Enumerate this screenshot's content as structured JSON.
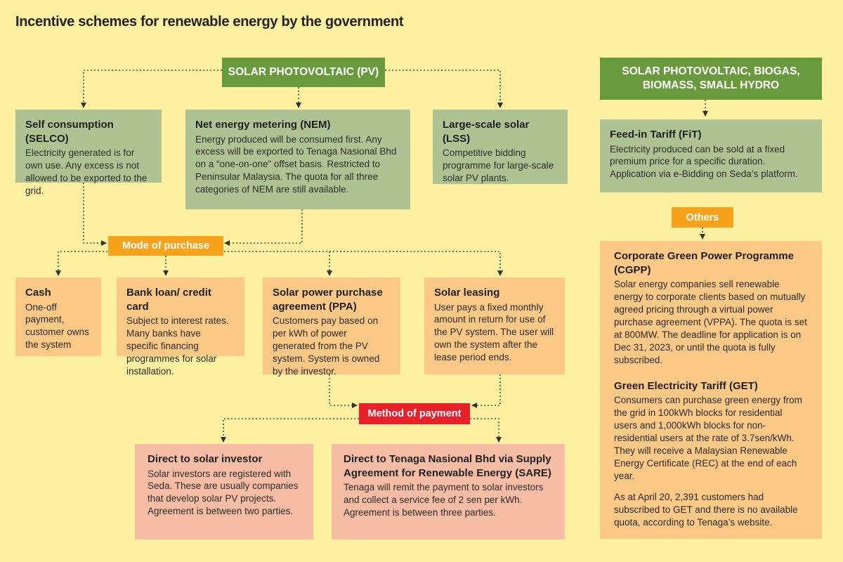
{
  "title": "Incentive schemes for renewable energy by the government",
  "pv_header": "SOLAR PHOTOVOLTAIC (PV)",
  "right_header": "SOLAR PHOTOVOLTAIC, BIOGAS, BIOMASS, SMALL HYDRO",
  "selco": {
    "title": "Self consumption (SELCO)",
    "text": "Electricity generated is for own use. Any excess is not allowed to be exported to the grid."
  },
  "nem": {
    "title": "Net energy metering (NEM)",
    "text": "Energy produced will be consumed first. Any excess will be exported to Tenaga Nasional Bhd on a “one-on-one” offset basis. Restricted to Peninsular Malaysia. The quota for all three categories of NEM are still available."
  },
  "lss": {
    "title": "Large-scale solar (LSS)",
    "text": "Competitive bidding programme for large-scale solar PV plants."
  },
  "fit": {
    "title": "Feed-in Tariff (FiT)",
    "text": "Electricity produced can be sold at a fixed premium price for a specific duration. Application via e-Bidding on Seda’s platform."
  },
  "others_label": "Others",
  "mode_label": "Mode of purchase",
  "method_label": "Method of payment",
  "cash": {
    "title": "Cash",
    "text": "One-off payment, customer owns the system"
  },
  "bank": {
    "title": "Bank loan/ credit card",
    "text": "Subject to interest rates. Many banks have specific financing programmes for solar installation."
  },
  "ppa": {
    "title": "Solar power purchase agreement (PPA)",
    "text": "Customers pay based on per kWh of power generated from the PV system. System is owned by the investor."
  },
  "leasing": {
    "title": "Solar leasing",
    "text": "User pays a fixed monthly amount in return for use of the PV system. The user will own the system after the lease period ends."
  },
  "direct_investor": {
    "title": "Direct to solar investor",
    "text": "Solar investors are registered with Seda. These are usually companies that develop solar PV projects. Agreement is between two parties."
  },
  "direct_tnb": {
    "title": "Direct to Tenaga Nasional Bhd via Supply Agreement for Renewable Energy (SARE)",
    "text": "Tenaga will remit the payment to solar investors and collect a service fee of 2 sen per kWh. Agreement is between three parties."
  },
  "cgpp": {
    "title": "Corporate Green Power Programme (CGPP)",
    "text": "Solar energy companies sell renewable energy to corporate clients based on mutually agreed pricing through a virtual power purchase agreement (VPPA). The quota is set at 800MW. The deadline for application is on Dec 31, 2023, or until the quota is fully subscribed."
  },
  "get": {
    "title": "Green Electricity Tariff (GET)",
    "text": "Consumers can purchase green energy from the grid in 100kWh blocks for residential users and 1,000kWh blocks for non-residential users at the rate of 3.7sen/kWh. They will receive a Malaysian Renewable Energy Certificate (REC) at the end of each year.",
    "text2": "As at April 20, 2,391 customers had subscribed to GET and there is no available quota, according to Tenaga’s website."
  },
  "colors": {
    "background": "#fdf0a0",
    "green_header": "#699a3e",
    "green_box": "#aec391",
    "orange_box": "#fcc886",
    "pink_box": "#f7bca4",
    "orange_tag": "#f7a21b",
    "red_tag": "#e8202a"
  }
}
